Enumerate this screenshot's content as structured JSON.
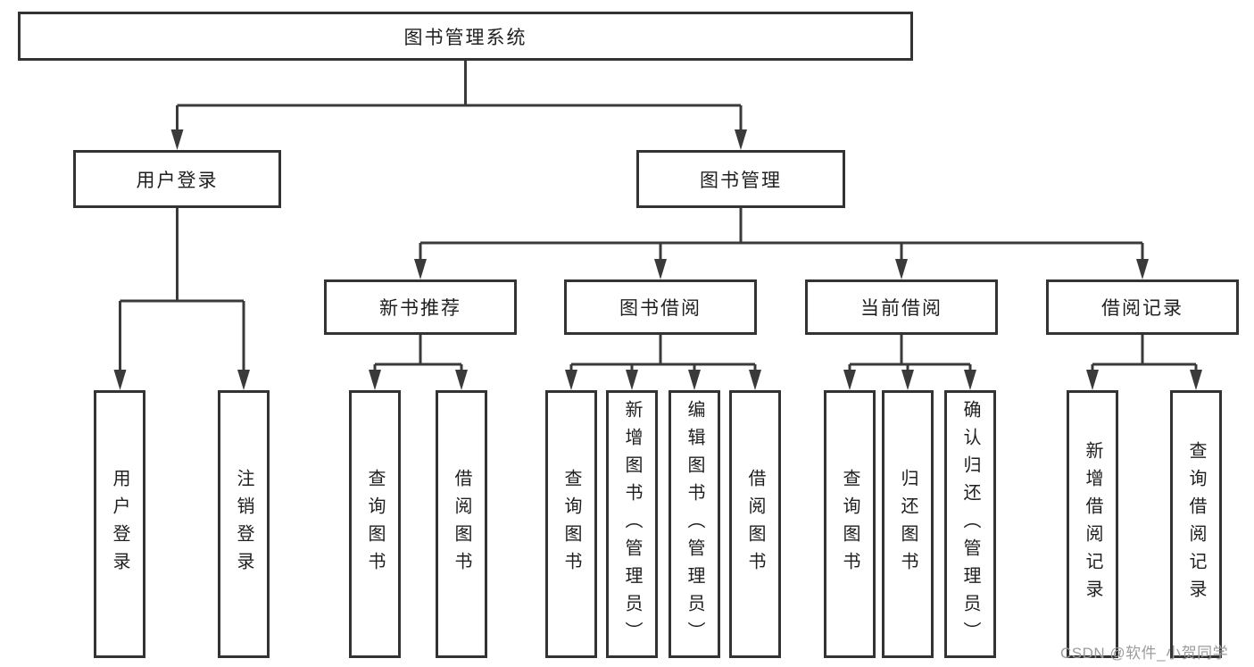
{
  "colors": {
    "line": "#3a3a3a",
    "box-border": "#333333",
    "text": "#1f1f1f",
    "watermark": "#9c9c9c",
    "bg": "#ffffff"
  },
  "diagram": {
    "root": {
      "label": "图书管理系统"
    },
    "branches": [
      {
        "label": "用户登录",
        "children": [
          "用户登录",
          "注销登录"
        ]
      },
      {
        "label": "图书管理",
        "modules": [
          {
            "label": "新书推荐",
            "children": [
              "查询图书",
              "借阅图书"
            ]
          },
          {
            "label": "图书借阅",
            "children": [
              "查询图书",
              "新增图书（管理员）",
              "编辑图书（管理员）",
              "借阅图书"
            ]
          },
          {
            "label": "当前借阅",
            "children": [
              "查询图书",
              "归还图书",
              "确认归还（管理员）"
            ]
          },
          {
            "label": "借阅记录",
            "children": [
              "新增借阅记录",
              "查询借阅记录"
            ]
          }
        ]
      }
    ]
  },
  "watermark": {
    "text": "CSDN @软件_小贺同学"
  }
}
